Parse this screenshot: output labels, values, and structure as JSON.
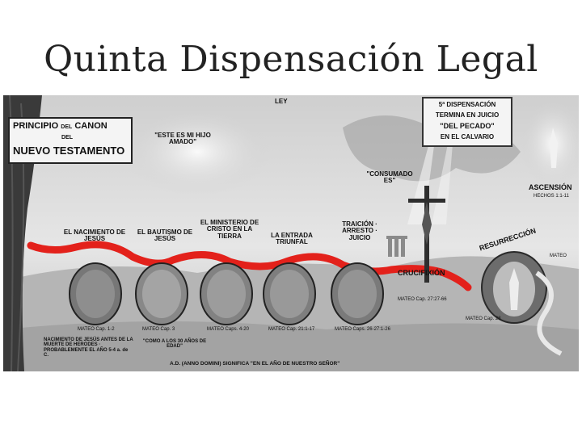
{
  "slide": {
    "title": "Quinta Dispensación Legal"
  },
  "chart": {
    "ley": "LEY",
    "canon": {
      "line1_a": "PRINCIPIO",
      "line1_b": "DEL",
      "line1_c": "CANON",
      "line2": "DEL",
      "line3": "NUEVO TESTAMENTO"
    },
    "quote_son": "\"ESTE ES MI HIJO AMADO\"",
    "fifth": {
      "line1": "5ª DISPENSACIÓN",
      "line2": "TERMINA EN JUICIO",
      "line3": "\"DEL PECADO\"",
      "line4": "EN EL CALVARIO"
    },
    "consumado": "\"CONSUMADO ES\"",
    "ascension": "ASCENSIÓN",
    "ascension_ref": "HECHOS 1:1-11",
    "resurreccion": "RESURRECCIÓN",
    "crucifixion": "CRUCIFIXIÓN",
    "events": [
      {
        "label": "EL NACIMIENTO DE JESÚS",
        "ref": "MATEO Cap. 1-2"
      },
      {
        "label": "EL BAUTISMO DE JESÚS",
        "ref": "MATEO Cap. 3"
      },
      {
        "label": "EL MINISTERIO DE CRISTO EN LA TIERRA",
        "ref": "MATEO Caps. 4-20"
      },
      {
        "label": "LA ENTRADA TRIUNFAL",
        "ref": "MATEO Cap. 21:1-17"
      },
      {
        "label": "TRAICIÓN · ARRESTO · JUICIO",
        "ref": "MATEO Caps. 26-27:1-26"
      }
    ],
    "crucifixion_ref": "MATEO Cap. 27:27-66",
    "resurrection_ref": "MATEO Cap. 28",
    "ref_right_small": "MATEO",
    "birth_note": "NACIMIENTO DE JESÚS ANTES DE LA MUERTE DE HERODES · PROBABLEMENTE EL AÑO 5-4 a. de C.",
    "baptism_note": "\"COMO A LOS 30 AÑOS DE EDAD\"",
    "ad_note": "A.D. (ANNO DOMINI) SIGNIFICA \"EN EL AÑO DE NUESTRO SEÑOR\""
  }
}
